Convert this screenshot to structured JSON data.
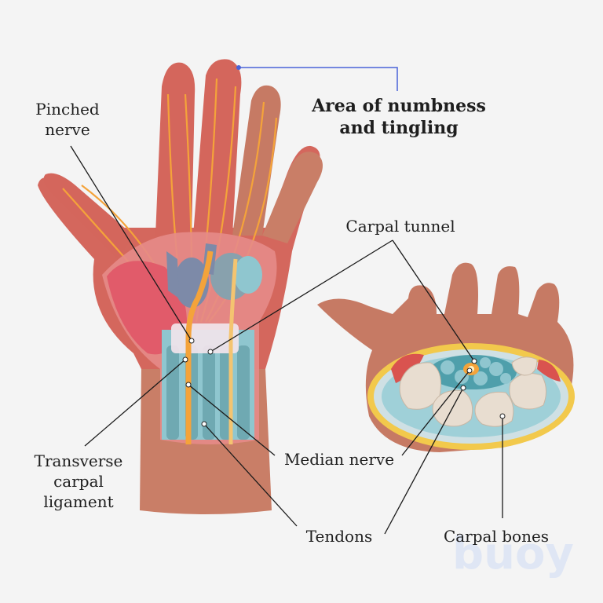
{
  "labels": {
    "area": [
      "Area of numbness",
      "and tingling"
    ],
    "pinched": [
      "Pinched",
      "nerve"
    ],
    "carpal_tunnel": "Carpal tunnel",
    "transverse": [
      "Transverse",
      "carpal",
      "ligament"
    ],
    "median": "Median nerve",
    "tendons": "Tendons",
    "carpal_bones": "Carpal bones"
  },
  "watermark": "buoy",
  "colors": {
    "skin": "#c97e67",
    "palm_red": "#d9605c",
    "nerve": "#f4a33a",
    "tendon": "#8fc6cf",
    "bone": "#e8ddd0",
    "fat": "#f2c94c",
    "leader_highlight": "#4a63d8"
  }
}
